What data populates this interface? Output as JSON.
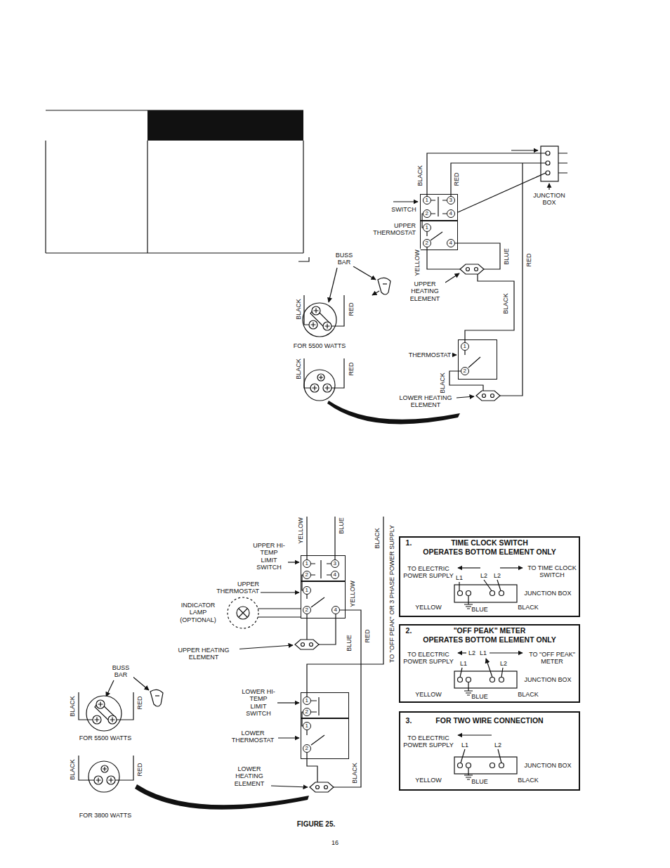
{
  "diagram": {
    "caption": "FIGURE 25.",
    "nodes": [
      {
        "text": [
          "1",
          "3",
          "2",
          "4"
        ]
      },
      {
        "text": [
          "1",
          "2",
          "4"
        ]
      },
      {
        "text": [
          "1",
          "2"
        ]
      },
      {
        "text": [
          "1",
          "3",
          "2",
          "4"
        ]
      },
      {
        "text": [
          "1",
          "2",
          "4"
        ]
      },
      {
        "text": [
          "1",
          "2"
        ]
      },
      {
        "text": [
          "1",
          "2"
        ]
      },
      {
        "text": [
          "1.",
          "TIME CLOCK SWITCH",
          "OPERATES BOTTOM ELEMENT ONLY",
          "TO ELECTRIC POWER SUPPLY",
          "L1",
          "L2",
          "L2",
          "TO TIME CLOCK SWITCH",
          "JUNCTION BOX",
          "YELLOW",
          "BLUE",
          "BLACK"
        ]
      },
      {
        "text": [
          "2.",
          "\"OFF PEAK\" METER",
          "OPERATES BOTTOM ELEMENT ONLY",
          "TO ELECTRIC POWER SUPPLY",
          "L2",
          "L1",
          "L1",
          "L2",
          "TO \"OFF PEAK\" METER",
          "JUNCTION BOX",
          "YELLOW",
          "BLUE",
          "BLACK"
        ]
      },
      {
        "text": [
          "3.",
          "FOR TWO WIRE CONNECTION",
          "TO ELECTRIC POWER SUPPLY",
          "L1",
          "L2",
          "JUNCTION BOX",
          "YELLOW",
          "BLUE",
          "BLACK"
        ]
      }
    ],
    "labels": [
      "BLACK",
      "RED",
      "JUNCTION BOX",
      "SWITCH",
      "UPPER THERMOSTAT",
      "YELLOW",
      "BLUE",
      "RED",
      "BUSS BAR",
      "UPPER HEATING ELEMENT",
      "BLACK",
      "BLACK",
      "RED",
      "FOR 5500 WATTS",
      "THERMOSTAT",
      "BLACK",
      "RED",
      "BLACK",
      "LOWER HEATING ELEMENT",
      "YELLOW",
      "BLUE",
      "BLACK",
      "TO \"OFF PEAK\" OR 3 PHASE POWER SUPPLY",
      "UPPER HI-TEMP LIMIT SWITCH",
      "UPPER THERMOSTAT",
      "INDICATOR LAMP (OPTIONAL)",
      "YELLOW",
      "BLUE",
      "RED",
      "UPPER HEATING ELEMENT",
      "BUSS BAR",
      "BLACK",
      "RED",
      "LOWER HI-TEMP LIMIT SWITCH",
      "FOR 5500 WATTS",
      "LOWER THERMOSTAT",
      "LOWER HEATING ELEMENT",
      "BLACK",
      "BLACK",
      "RED",
      "FOR 3800 WATTS",
      "16"
    ]
  }
}
